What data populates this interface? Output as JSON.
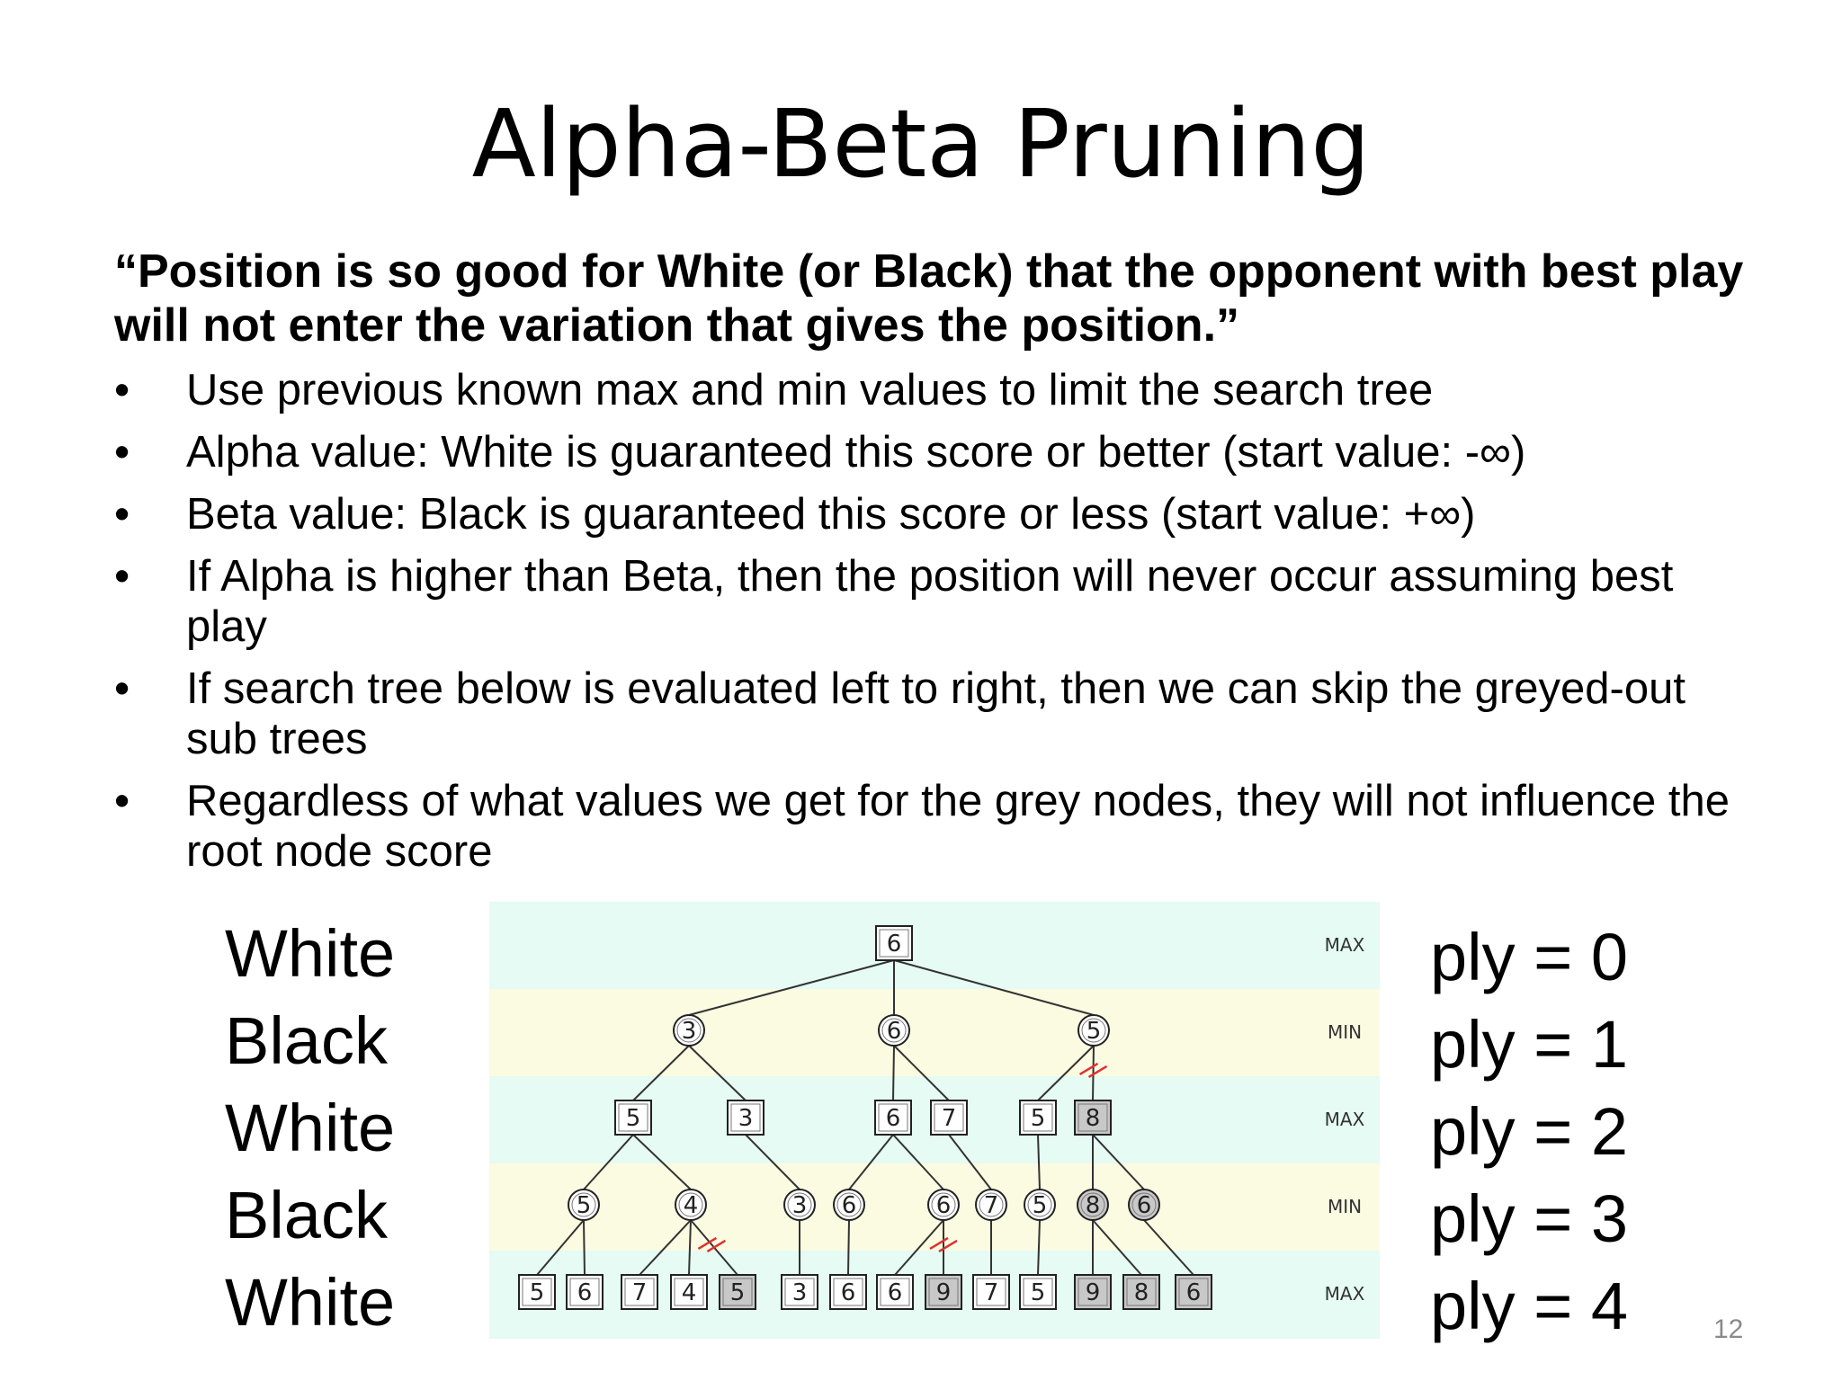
{
  "slide": {
    "title": "Alpha-Beta Pruning",
    "quote": "“Position is so good for White (or Black) that the opponent with best play will not enter the variation that gives the position.”",
    "bullet_glyph": "•",
    "bullets": [
      "Use previous known max and min values to limit the search tree",
      "Alpha value: White is guaranteed this score or better (start value: -∞)",
      "Beta value: Black is guaranteed this score or less (start value: +∞)",
      "If Alpha is higher than Beta, then the position will never occur assuming best play",
      "If search tree below is evaluated left to right, then we can skip the greyed-out sub trees",
      "Regardless of what values we get for the grey nodes, they will not influence the root node score"
    ],
    "players": [
      "White",
      "Black",
      "White",
      "Black",
      "White"
    ],
    "plies": [
      "ply = 0",
      "ply = 1",
      "ply = 2",
      "ply = 3",
      "ply = 4"
    ],
    "page_number": "12"
  },
  "tree": {
    "colors": {
      "band_max": "#e5fbf3",
      "band_min": "#fbfbe2",
      "node_white": "#ffffff",
      "node_grey": "#c8c8c8",
      "edge": "#333333",
      "cut": "#e03030"
    },
    "level_labels": [
      "MAX",
      "MIN",
      "MAX",
      "MIN",
      "MAX"
    ],
    "nodes": [
      {
        "id": "r",
        "level": 0,
        "value": "6",
        "grey": false
      },
      {
        "id": "a",
        "level": 1,
        "value": "3",
        "grey": false,
        "parent": "r"
      },
      {
        "id": "b",
        "level": 1,
        "value": "6",
        "grey": false,
        "parent": "r"
      },
      {
        "id": "c",
        "level": 1,
        "value": "5",
        "grey": false,
        "parent": "r"
      },
      {
        "id": "a1",
        "level": 2,
        "value": "5",
        "grey": false,
        "parent": "a"
      },
      {
        "id": "a2",
        "level": 2,
        "value": "3",
        "grey": false,
        "parent": "a"
      },
      {
        "id": "b1",
        "level": 2,
        "value": "6",
        "grey": false,
        "parent": "b"
      },
      {
        "id": "b2",
        "level": 2,
        "value": "7",
        "grey": false,
        "parent": "b"
      },
      {
        "id": "c1",
        "level": 2,
        "value": "5",
        "grey": false,
        "parent": "c"
      },
      {
        "id": "c2",
        "level": 2,
        "value": "8",
        "grey": true,
        "parent": "c",
        "cut": true
      },
      {
        "id": "a11",
        "level": 3,
        "value": "5",
        "grey": false,
        "parent": "a1"
      },
      {
        "id": "a12",
        "level": 3,
        "value": "4",
        "grey": false,
        "parent": "a1"
      },
      {
        "id": "a21",
        "level": 3,
        "value": "3",
        "grey": false,
        "parent": "a2"
      },
      {
        "id": "b11",
        "level": 3,
        "value": "6",
        "grey": false,
        "parent": "b1"
      },
      {
        "id": "b12",
        "level": 3,
        "value": "6",
        "grey": false,
        "parent": "b1"
      },
      {
        "id": "b21",
        "level": 3,
        "value": "7",
        "grey": false,
        "parent": "b2"
      },
      {
        "id": "c11",
        "level": 3,
        "value": "5",
        "grey": false,
        "parent": "c1"
      },
      {
        "id": "c21",
        "level": 3,
        "value": "8",
        "grey": true,
        "parent": "c2"
      },
      {
        "id": "c22",
        "level": 3,
        "value": "6",
        "grey": true,
        "parent": "c2"
      },
      {
        "id": "l1",
        "level": 4,
        "value": "5",
        "grey": false,
        "parent": "a11"
      },
      {
        "id": "l2",
        "level": 4,
        "value": "6",
        "grey": false,
        "parent": "a11"
      },
      {
        "id": "l3",
        "level": 4,
        "value": "7",
        "grey": false,
        "parent": "a12"
      },
      {
        "id": "l4",
        "level": 4,
        "value": "4",
        "grey": false,
        "parent": "a12"
      },
      {
        "id": "l5",
        "level": 4,
        "value": "5",
        "grey": true,
        "parent": "a12",
        "cut": true
      },
      {
        "id": "l6",
        "level": 4,
        "value": "3",
        "grey": false,
        "parent": "a21"
      },
      {
        "id": "l7",
        "level": 4,
        "value": "6",
        "grey": false,
        "parent": "b11"
      },
      {
        "id": "l8",
        "level": 4,
        "value": "6",
        "grey": false,
        "parent": "b12"
      },
      {
        "id": "l9",
        "level": 4,
        "value": "9",
        "grey": true,
        "parent": "b12",
        "cut": true
      },
      {
        "id": "l10",
        "level": 4,
        "value": "7",
        "grey": false,
        "parent": "b21"
      },
      {
        "id": "l11",
        "level": 4,
        "value": "5",
        "grey": false,
        "parent": "c11"
      },
      {
        "id": "l12",
        "level": 4,
        "value": "9",
        "grey": true,
        "parent": "c21"
      },
      {
        "id": "l13",
        "level": 4,
        "value": "8",
        "grey": true,
        "parent": "c21"
      },
      {
        "id": "l14",
        "level": 4,
        "value": "6",
        "grey": true,
        "parent": "c22"
      }
    ]
  }
}
